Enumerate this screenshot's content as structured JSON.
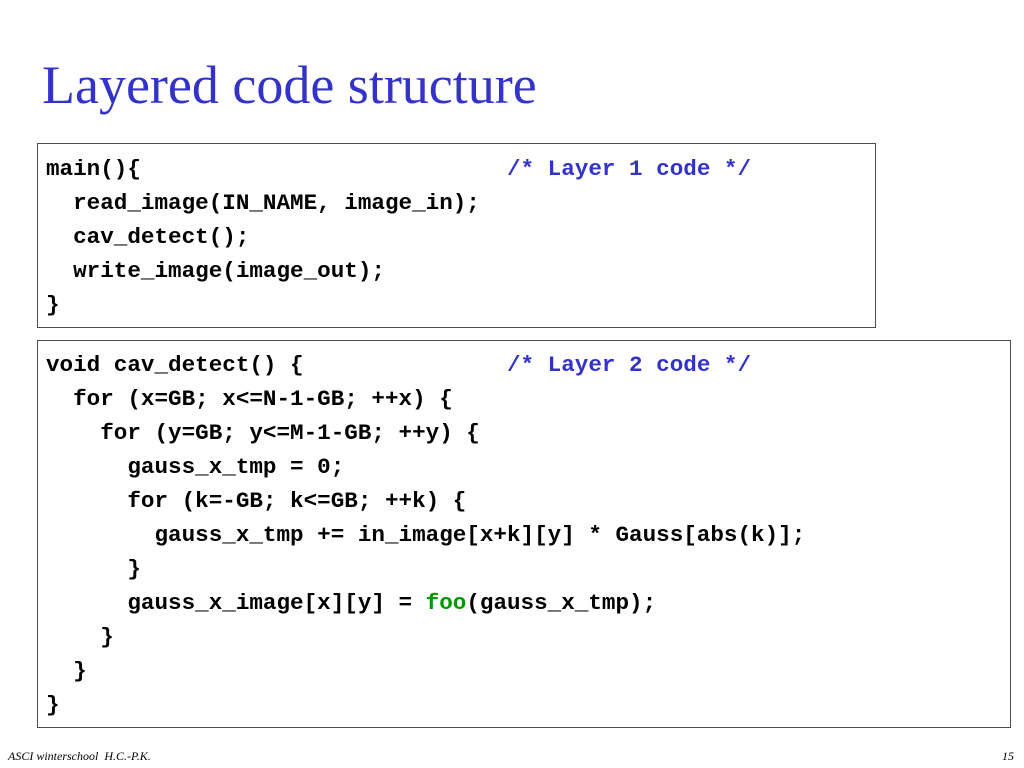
{
  "slide": {
    "title": "Layered code structure",
    "footer_left": "ASCI winterschool  H.C.-P.K.",
    "page_number": "15"
  },
  "layer1": {
    "line1": "main(){                           ",
    "line1_comment": "/* Layer 1 code */",
    "line2": "  read_image(IN_NAME, image_in);",
    "line3": "  cav_detect();",
    "line4": "  write_image(image_out);",
    "line5": "}"
  },
  "layer2": {
    "line1": "void cav_detect() {               ",
    "line1_comment": "/* Layer 2 code */",
    "line2": "  for (x=GB; x<=N-1-GB; ++x) {",
    "line3": "    for (y=GB; y<=M-1-GB; ++y) {",
    "line4": "      gauss_x_tmp = 0;",
    "line5": "      for (k=-GB; k<=GB; ++k) {",
    "line6": "        gauss_x_tmp += in_image[x+k][y] * Gauss[abs(k)];",
    "line7": "      }",
    "line8_before": "      gauss_x_image[x][y] = ",
    "line8_highlight": "foo",
    "line8_after": "(gauss_x_tmp);",
    "line9": "    }",
    "line10": "  }",
    "line11": "}"
  },
  "colors": {
    "title": "#3333cc",
    "comment": "#3333cc",
    "highlight": "#009900",
    "border": "#4d4d4d"
  }
}
